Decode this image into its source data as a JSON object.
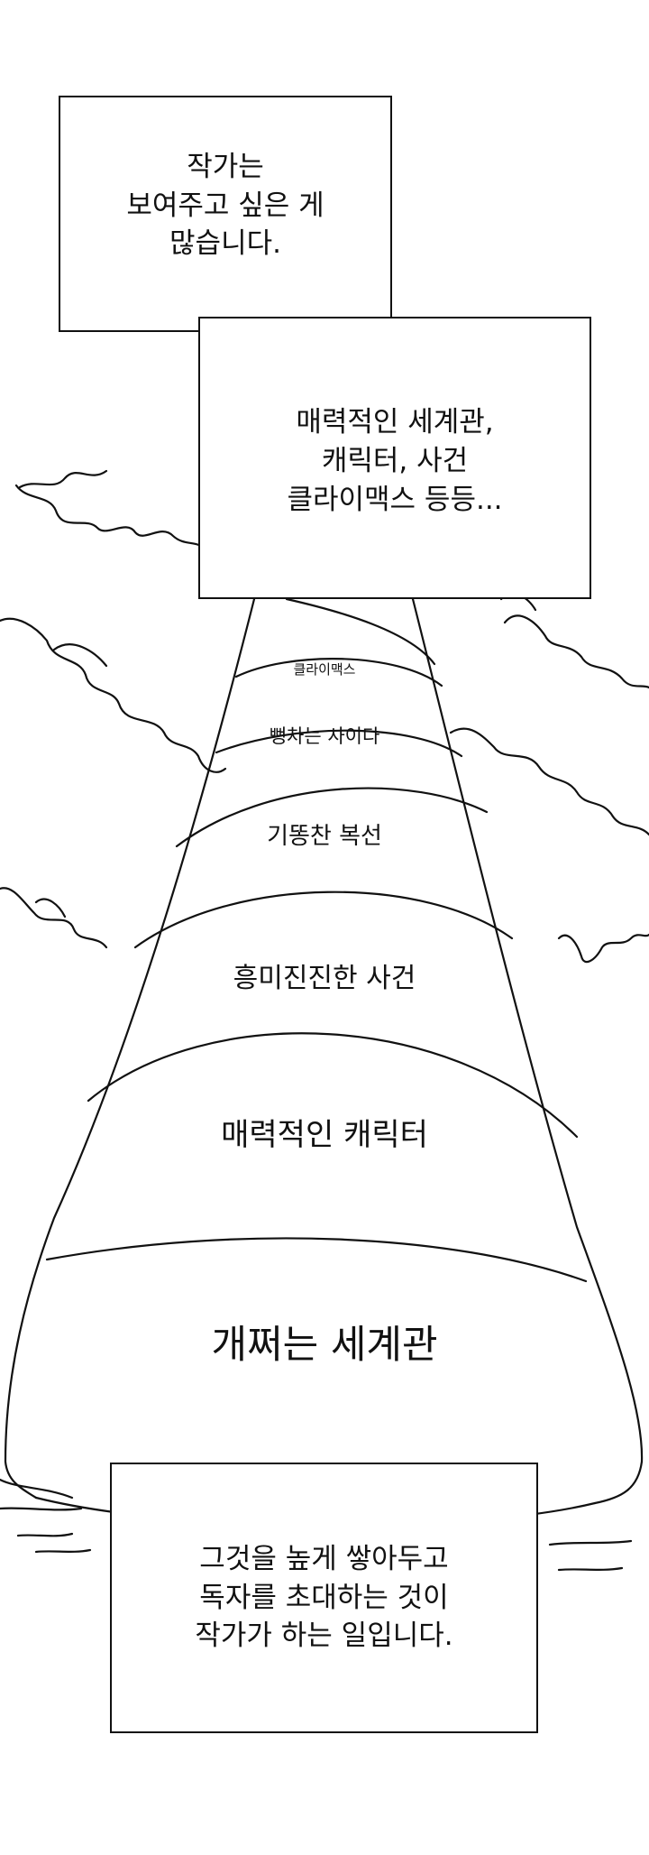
{
  "panel_top": {
    "caption_1": [
      "작가는",
      "보여주고 싶은 게",
      "많습니다."
    ],
    "caption_2": [
      "매력적인 세계관,",
      "캐릭터, 사건",
      "클라이맥스 등등..."
    ]
  },
  "tower": {
    "tiers": [
      "클라이맥스",
      "뻥차는 사이다",
      "기똥찬 복선",
      "흥미진진한 사건",
      "매력적인 캐릭터",
      "개쩌는 세계관"
    ]
  },
  "panel_bottom": {
    "caption": [
      "그것을 높게 쌓아두고",
      "독자를 초대하는 것이",
      "작가가 하는 일입니다."
    ]
  }
}
